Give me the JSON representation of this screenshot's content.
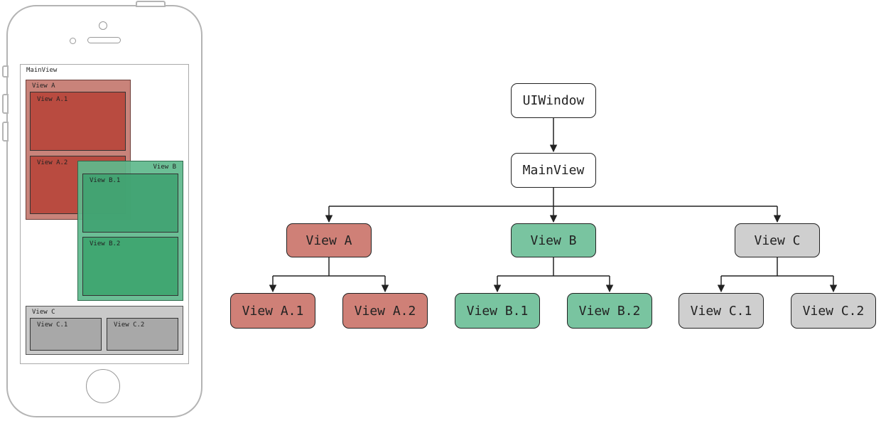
{
  "phone": {
    "views": {
      "main": "MainView",
      "a": "View A",
      "a1": "View A.1",
      "a2": "View A.2",
      "b": "View B",
      "b1": "View B.1",
      "b2": "View B.2",
      "c": "View C",
      "c1": "View C.1",
      "c2": "View C.2"
    }
  },
  "tree": {
    "root": "UIWindow",
    "main": "MainView",
    "a": "View A",
    "a1": "View A.1",
    "a2": "View A.2",
    "b": "View B",
    "b1": "View B.1",
    "b2": "View B.2",
    "c": "View C",
    "c1": "View C.1",
    "c2": "View C.2"
  },
  "colors": {
    "red": "#cf8077",
    "green": "#79c4a0",
    "gray": "#cfcfcf"
  }
}
